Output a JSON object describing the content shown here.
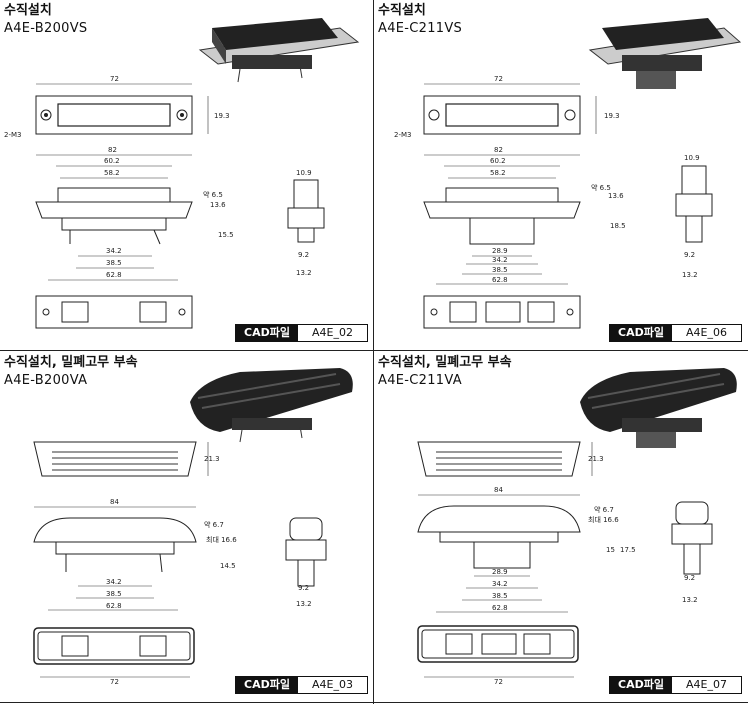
{
  "panels": [
    {
      "title": "수직설치",
      "model": "A4E-B200VS",
      "cad_label": "CAD파일",
      "cad_file": "A4E_02",
      "dims": {
        "top_width": "72",
        "top_height": "19.3",
        "screw": "2-M3",
        "w82": "82",
        "w602": "60.2",
        "w582": "58.2",
        "h65": "약 6.5",
        "h136": "13.6",
        "h155": "15.5",
        "b342": "34.2",
        "b385": "38.5",
        "b628": "62.8",
        "s109": "10.9",
        "s92": "9.2",
        "s132": "13.2"
      }
    },
    {
      "title": "수직설치",
      "model": "A4E-C211VS",
      "cad_label": "CAD파일",
      "cad_file": "A4E_06",
      "dims": {
        "top_width": "72",
        "top_height": "19.3",
        "screw": "2-M3",
        "w82": "82",
        "w602": "60.2",
        "w582": "58.2",
        "h65": "약 6.5",
        "h136": "13.6",
        "h155": "18.5",
        "b289": "28.9",
        "b342": "34.2",
        "b385": "38.5",
        "b628": "62.8",
        "s109": "10.9",
        "s92": "9.2",
        "s132": "13.2"
      }
    },
    {
      "title": "수직설치, 밀폐고무 부속",
      "model": "A4E-B200VA",
      "cad_label": "CAD파일",
      "cad_file": "A4E_03",
      "dims": {
        "top_height": "21.3",
        "w84": "84",
        "h67": "약 6.7",
        "hmax": "최대 16.6",
        "h145": "14.5",
        "b342": "34.2",
        "b385": "38.5",
        "b628": "62.8",
        "s92": "9.2",
        "s132": "13.2",
        "bottom72": "72"
      }
    },
    {
      "title": "수직설치, 밀폐고무 부속",
      "model": "A4E-C211VA",
      "cad_label": "CAD파일",
      "cad_file": "A4E_07",
      "dims": {
        "top_height": "21.3",
        "w84": "84",
        "h67": "약 6.7",
        "hmax": "최대 16.6",
        "h15": "15",
        "h175": "17.5",
        "b289": "28.9",
        "b342": "34.2",
        "b385": "38.5",
        "b628": "62.8",
        "s92": "9.2",
        "s132": "13.2",
        "bottom72": "72"
      }
    }
  ]
}
